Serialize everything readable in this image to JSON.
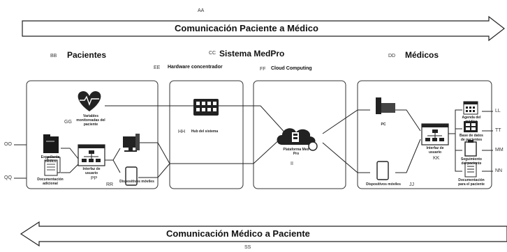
{
  "top_arrow": {
    "label": "Comunicación Paciente a Médico",
    "ref": "AA"
  },
  "bottom_arrow": {
    "label": "Comunicación Médico a Paciente",
    "ref": "SS"
  },
  "sections": {
    "pacientes": {
      "ref": "BB",
      "title": "Pacientes"
    },
    "sistema": {
      "ref": "CC",
      "title": "Sistema MedPro"
    },
    "medicos": {
      "ref": "DD",
      "title": "Médicos"
    },
    "hardware": {
      "ref": "EE",
      "title": "Hardware concentrador"
    },
    "cloud": {
      "ref": "FF",
      "title": "Cloud Computing"
    }
  },
  "patient_nodes": {
    "vitals": {
      "ref": "GG",
      "label": "Variables monitoreadas del paciente"
    },
    "record": {
      "label": "Expediente médico"
    },
    "docs": {
      "label": "Documentación adicional"
    },
    "interface": {
      "ref": "PP",
      "label": "Interfaz de usuario"
    },
    "pc": {
      "label": "PC"
    },
    "mobile": {
      "ref": "RR",
      "label": "Dispositivos móviles"
    }
  },
  "system_nodes": {
    "hub": {
      "ref": "HH",
      "label": "Hub del sistema"
    },
    "platform": {
      "ref": "II",
      "label": "Plataforma Med Pro"
    }
  },
  "doctor_nodes": {
    "pc": {
      "label": "PC"
    },
    "mobile": {
      "ref": "JJ",
      "label": "Dispositivos móviles"
    },
    "interface": {
      "ref": "KK",
      "label": "Interfaz de usuario"
    },
    "out1": {
      "label": "Agenda del médico"
    },
    "out2": {
      "label": "Base de datos de pacientes"
    },
    "out3": {
      "label": "Seguimiento del paciente"
    },
    "out4": {
      "label": "Documentación para el paciente"
    }
  },
  "edge_refs": {
    "oo": "OO",
    "qq": "QQ",
    "ll": "LL",
    "tt": "TT",
    "mm": "MM",
    "nn": "NN"
  }
}
